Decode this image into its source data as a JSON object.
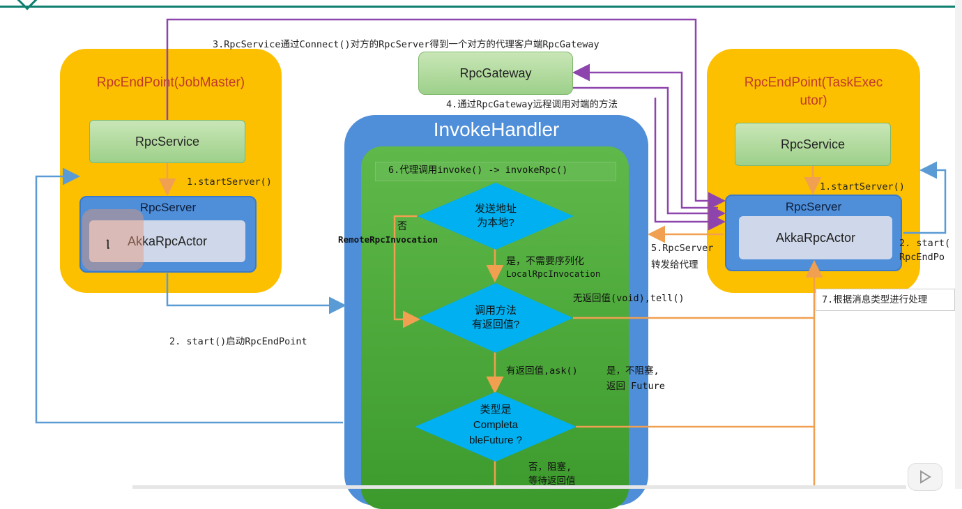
{
  "top_annotation": "3.RpcService通过Connect()对方的RpcServer得到一个对方的代理客户端RpcGateway",
  "gateway": {
    "label": "RpcGateway",
    "annotation": "4.通过RpcGateway远程调用对端的方法"
  },
  "left_endpoint": {
    "title": "RpcEndPoint(JobMaster)",
    "service": "RpcService",
    "start_server": "1.startServer()",
    "server": "RpcServer",
    "actor": "AkkaRpcActor",
    "start_endpoint": "2. start()启动RpcEndPoint"
  },
  "right_endpoint": {
    "title_line1": "RpcEndPoint(TaskExec",
    "title_line2": "utor)",
    "service": "RpcService",
    "start_server": "1.startServer()",
    "server": "RpcServer",
    "actor": "AkkaRpcActor",
    "start_line1": "2. start(",
    "start_line2": "RpcEndPo",
    "forward_line1": "5.RpcServer",
    "forward_line2": "转发给代理",
    "process_by_type": "7.根据消息类型进行处理"
  },
  "invoke_handler": {
    "title": "InvokeHandler",
    "proxy_invoke": "6.代理调用invoke() -> invokeRpc()",
    "decision_local_line1": "发送地址",
    "decision_local_line2": "为本地?",
    "no_label": "否",
    "remote_invocation": "RemoteRpcInvocation",
    "yes_no_serialize": "是，不需要序列化",
    "local_invocation": "LocalRpcInvocation",
    "decision_return_line1": "调用方法",
    "decision_return_line2": "有返回值?",
    "no_return_tell": "无返回值(void),tell()",
    "has_return_ask": "有返回值,ask()",
    "yes_nonblocking_line1": "是，不阻塞,",
    "yes_nonblocking_line2": "返回 Future",
    "decision_type_line1": "类型是",
    "decision_type_line2": "Completa",
    "decision_type_line3": "bleFuture ?",
    "no_blocking_line1": "否，阻塞,",
    "no_blocking_line2": "等待返回值"
  },
  "colors": {
    "endpoint_bg": "#fcc000",
    "invoke_outer": "#4f8ed8",
    "invoke_inner": "#4bab3a",
    "diamond": "#00b0f0",
    "purple_arrow": "#8e44ad",
    "blue_arrow": "#5b9bd5",
    "orange_arrow": "#f0a050"
  }
}
